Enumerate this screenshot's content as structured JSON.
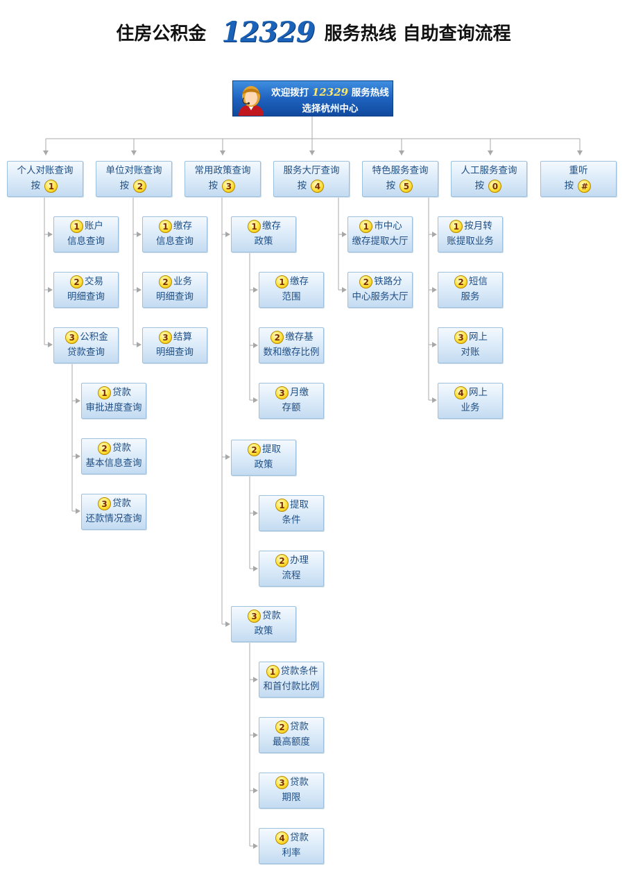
{
  "title": {
    "prefix": "住房公积金",
    "number": "12329",
    "suffix": "服务热线 自助查询流程"
  },
  "welcome": {
    "line1_pre": "欢迎拨打",
    "line1_num": "12329",
    "line1_post": "服务热线",
    "line2": "选择杭州中心"
  },
  "nodes": {
    "m1": {
      "l1": "个人对账查询",
      "pre": "按",
      "key": "1"
    },
    "m2": {
      "l1": "单位对账查询",
      "pre": "按",
      "key": "2"
    },
    "m3": {
      "l1": "常用政策查询",
      "pre": "按",
      "key": "3"
    },
    "m4": {
      "l1": "服务大厅查询",
      "pre": "按",
      "key": "4"
    },
    "m5": {
      "l1": "特色服务查询",
      "pre": "按",
      "key": "5"
    },
    "m6": {
      "l1": "人工服务查询",
      "pre": "按",
      "key": "0"
    },
    "m7": {
      "l1": "重听",
      "pre": "按",
      "key": "#"
    },
    "m1s1": {
      "key": "1",
      "l1": "账户",
      "l2": "信息查询"
    },
    "m1s2": {
      "key": "2",
      "l1": "交易",
      "l2": "明细查询"
    },
    "m1s3": {
      "key": "3",
      "l1": "公积金",
      "l2": "贷款查询"
    },
    "m1s3a": {
      "key": "1",
      "l1": "贷款",
      "l2": "审批进度查询"
    },
    "m1s3b": {
      "key": "2",
      "l1": "贷款",
      "l2": "基本信息查询"
    },
    "m1s3c": {
      "key": "3",
      "l1": "贷款",
      "l2": "还款情况查询"
    },
    "m2s1": {
      "key": "1",
      "l1": "缴存",
      "l2": "信息查询"
    },
    "m2s2": {
      "key": "2",
      "l1": "业务",
      "l2": "明细查询"
    },
    "m2s3": {
      "key": "3",
      "l1": "结算",
      "l2": "明细查询"
    },
    "m3s1": {
      "key": "1",
      "l1": "缴存",
      "l2": "政策"
    },
    "m3s1a": {
      "key": "1",
      "l1": "缴存",
      "l2": "范围"
    },
    "m3s1b": {
      "key": "2",
      "l1": "缴存基",
      "l2": "数和缴存比例"
    },
    "m3s1c": {
      "key": "3",
      "l1": "月缴",
      "l2": "存额"
    },
    "m3s2": {
      "key": "2",
      "l1": "提取",
      "l2": "政策"
    },
    "m3s2a": {
      "key": "1",
      "l1": "提取",
      "l2": "条件"
    },
    "m3s2b": {
      "key": "2",
      "l1": "办理",
      "l2": "流程"
    },
    "m3s3": {
      "key": "3",
      "l1": "贷款",
      "l2": "政策"
    },
    "m3s3a": {
      "key": "1",
      "l1": "贷款条件",
      "l2": "和首付款比例"
    },
    "m3s3b": {
      "key": "2",
      "l1": "贷款",
      "l2": "最高额度"
    },
    "m3s3c": {
      "key": "3",
      "l1": "贷款",
      "l2": "期限"
    },
    "m3s3d": {
      "key": "4",
      "l1": "贷款",
      "l2": "利率"
    },
    "m4s1": {
      "key": "1",
      "l1": "市中心",
      "l2": "缴存提取大厅"
    },
    "m4s2": {
      "key": "2",
      "l1": "铁路分",
      "l2": "中心服务大厅"
    },
    "m5s1": {
      "key": "1",
      "l1": "按月转",
      "l2": "账提取业务"
    },
    "m5s2": {
      "key": "2",
      "l1": "短信",
      "l2": "服务"
    },
    "m5s3": {
      "key": "3",
      "l1": "网上",
      "l2": "对账"
    },
    "m5s4": {
      "key": "4",
      "l1": "网上",
      "l2": "业务"
    }
  },
  "colors": {
    "line": "#a8a8a8",
    "box_text": "#1f4f86",
    "badge": "#ffe23a",
    "welcome_bg": "#1e62bf"
  }
}
